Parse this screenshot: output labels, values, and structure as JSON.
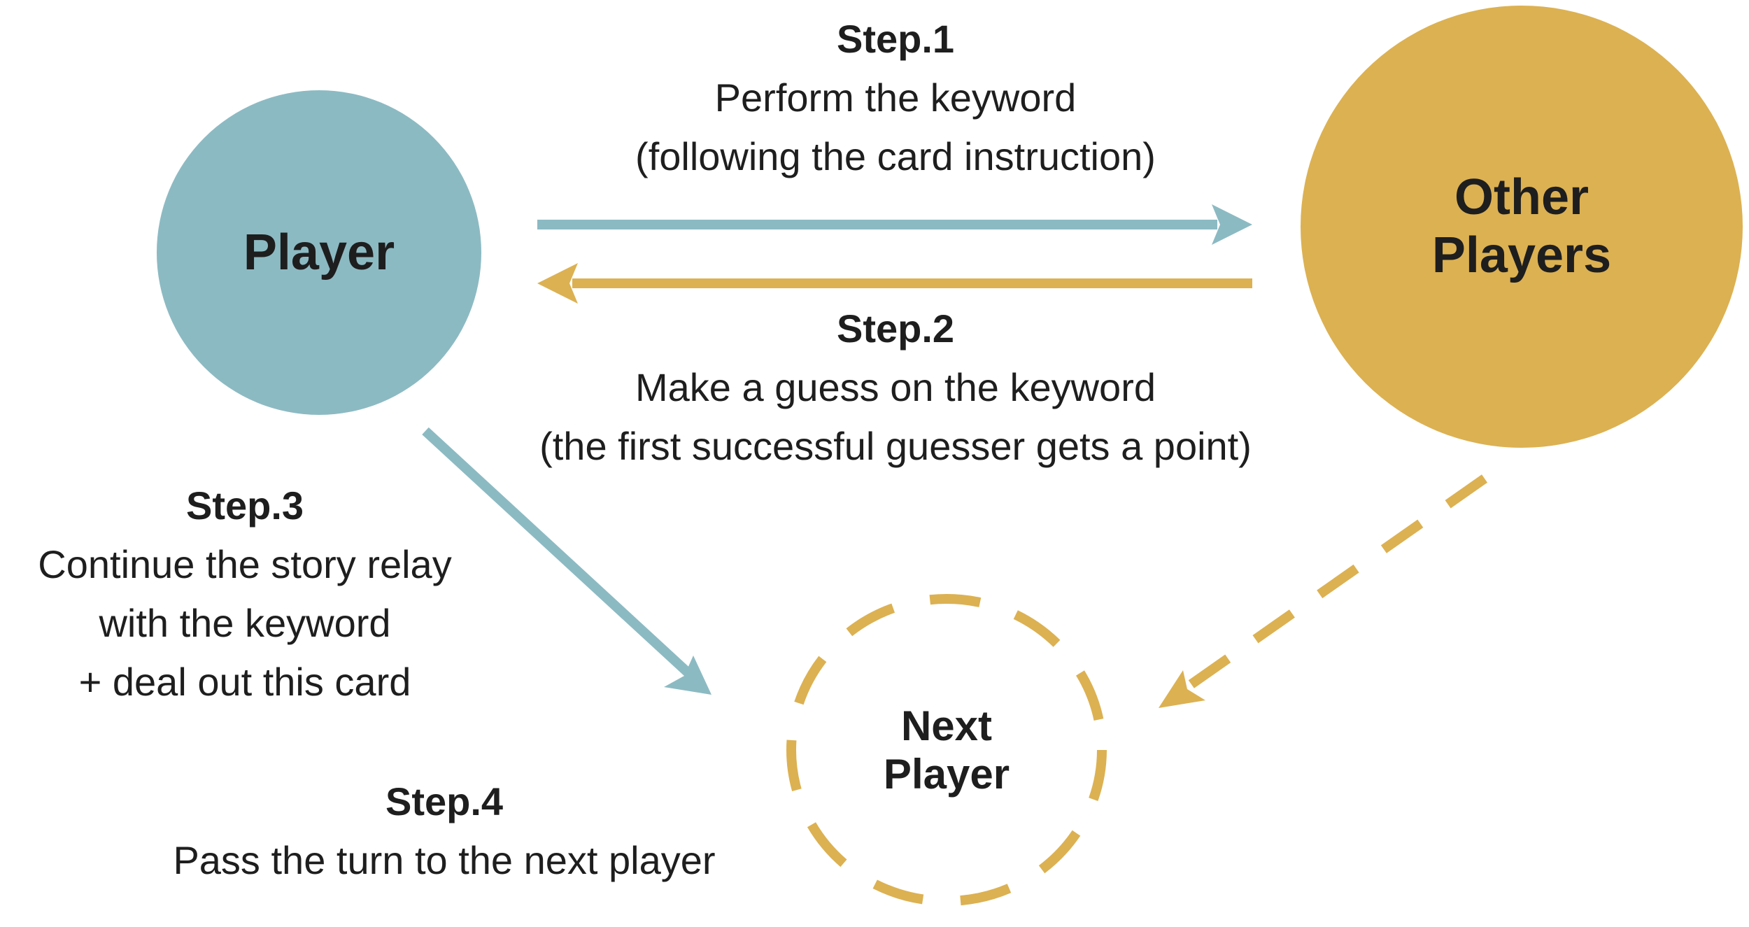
{
  "colors": {
    "player": "#8cbac3",
    "others": "#dcb152",
    "text": "#1e1e1e"
  },
  "nodes": {
    "player": {
      "label": "Player"
    },
    "others": {
      "label_line1": "Other",
      "label_line2": "Players"
    },
    "next": {
      "label_line1": "Next",
      "label_line2": "Player"
    }
  },
  "steps": {
    "step1": {
      "title": "Step.1",
      "line1": "Perform the keyword",
      "line2": "(following the card instruction)"
    },
    "step2": {
      "title": "Step.2",
      "line1": "Make a guess on the keyword",
      "line2": "(the first successful guesser gets a point)"
    },
    "step3": {
      "title": "Step.3",
      "line1": "Continue the story relay",
      "line2": "with the keyword",
      "line3": "+ deal out this card"
    },
    "step4": {
      "title": "Step.4",
      "line1": "Pass the turn to the next player"
    }
  }
}
